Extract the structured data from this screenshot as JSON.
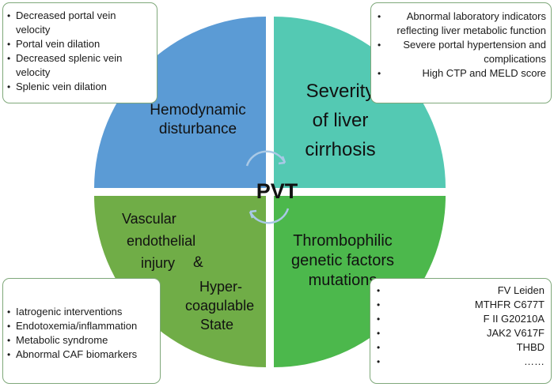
{
  "center": {
    "label": "PVT"
  },
  "quadrants": {
    "top_left": {
      "title": "Hemodynamic disturbance",
      "color": "#5b9bd5"
    },
    "top_right": {
      "title_lines": [
        "Severity",
        "of liver",
        "cirrhosis"
      ],
      "color": "#54c9b3"
    },
    "bottom_left": {
      "lines_top": [
        "Vascular",
        "endothelial",
        "injury"
      ],
      "ampersand": "&",
      "lines_bottom": [
        "Hyper-",
        "coagulable",
        "State"
      ],
      "color": "#70ad47"
    },
    "bottom_right": {
      "title": "Thrombophilic genetic factors mutations",
      "color": "#4cb84c"
    }
  },
  "boxes": {
    "top_left": {
      "items": [
        "Decreased portal vein velocity",
        "Portal vein dilation",
        "Decreased splenic vein velocity",
        "Splenic vein dilation"
      ]
    },
    "top_right": {
      "items": [
        "Abnormal laboratory indicators reflecting liver metabolic function",
        "Severe portal hypertension and complications",
        "High CTP and MELD score"
      ]
    },
    "bottom_left": {
      "items": [
        "Iatrogenic interventions",
        "Endotoxemia/inflammation",
        "Metabolic syndrome",
        "Abnormal CAF biomarkers"
      ]
    },
    "bottom_right": {
      "items": [
        "FV Leiden",
        "MTHFR C677T",
        "F II G20210A",
        "JAK2 V617F",
        "THBD",
        "……"
      ]
    }
  }
}
